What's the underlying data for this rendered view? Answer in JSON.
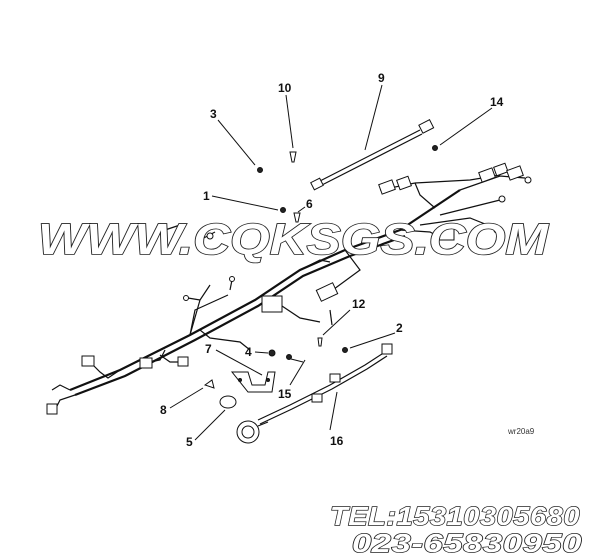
{
  "callouts": {
    "c1": "1",
    "c2": "2",
    "c3": "3",
    "c4": "4",
    "c5": "5",
    "c6": "6",
    "c7": "7",
    "c8": "8",
    "c9": "9",
    "c10": "10",
    "c12": "12",
    "c14": "14",
    "c15": "15",
    "c16": "16"
  },
  "drawing_code": "wr20a9",
  "watermark": {
    "text": "WWW.CQKSGS.COM",
    "phone_line1": "TEL:15310305680",
    "phone_line2": "023-65830950"
  }
}
